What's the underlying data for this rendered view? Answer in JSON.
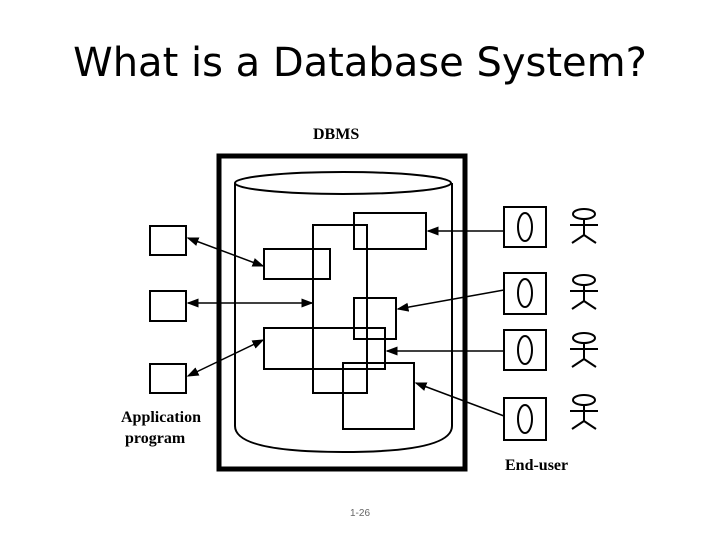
{
  "title": "What is a Database System?",
  "labels": {
    "dbms": "DBMS",
    "app_line1": "Application",
    "app_line2": "program",
    "end_user": "End-user"
  },
  "page_number": "1-26"
}
